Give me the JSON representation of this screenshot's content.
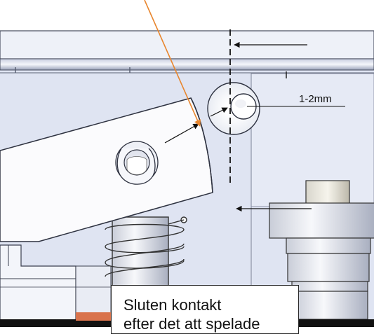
{
  "annotations": {
    "gap_label": "1-2mm",
    "callout_line1": "Sluten kontakt",
    "callout_line2": "efter det att spelade"
  },
  "colors": {
    "leader_line": "#e8862e",
    "frame_fill": "#dfe4f2",
    "part_outline": "#333333",
    "ground_bar": "#111111",
    "accent_pad": "#d9734c"
  },
  "icons": [
    "arrow-left-icon",
    "dimension-arrow-icon"
  ]
}
